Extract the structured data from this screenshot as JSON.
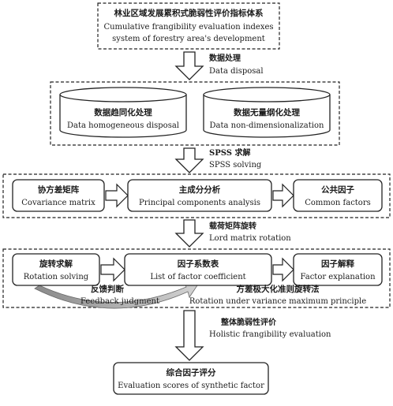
{
  "top_box": {
    "zh": "林业区域发展累积式脆弱性评价指标体系",
    "en1": "Cumulative frangibility evaluation indexes",
    "en2": "system of forestry area's development"
  },
  "step1": {
    "zh": "数据处理",
    "en": "Data disposal"
  },
  "cyl_left": {
    "zh": "数据趋同化处理",
    "en": "Data homogeneous disposal"
  },
  "cyl_right": {
    "zh": "数据无量纲化处理",
    "en": "Data non-dimensionalization"
  },
  "step2": {
    "zh": "SPSS 求解",
    "en": "SPSS solving"
  },
  "row1": {
    "a": {
      "zh": "协方差矩阵",
      "en": "Covariance matrix"
    },
    "b": {
      "zh": "主成分分析",
      "en": "Principal components analysis"
    },
    "c": {
      "zh": "公共因子",
      "en": "Common factors"
    }
  },
  "step3": {
    "zh": "载荷矩阵旋转",
    "en": "Lord matrix rotation"
  },
  "row2": {
    "a": {
      "zh": "旋转求解",
      "en": "Rotation solving"
    },
    "b": {
      "zh": "因子系数表",
      "en": "List of factor coefficient"
    },
    "c": {
      "zh": "因子解释",
      "en": "Factor explanation"
    }
  },
  "feedback": {
    "zh": "反馈判断",
    "en": "Feedback judgment"
  },
  "rotation_principle": {
    "zh": "方差极大化准则旋转法",
    "en": "Rotation under variance maximum principle"
  },
  "step4": {
    "zh": "整体脆弱性评价",
    "en": "Holistic frangibility evaluation"
  },
  "bottom_box": {
    "zh": "综合因子评分",
    "en": "Evaluation scores of synthetic factor"
  }
}
